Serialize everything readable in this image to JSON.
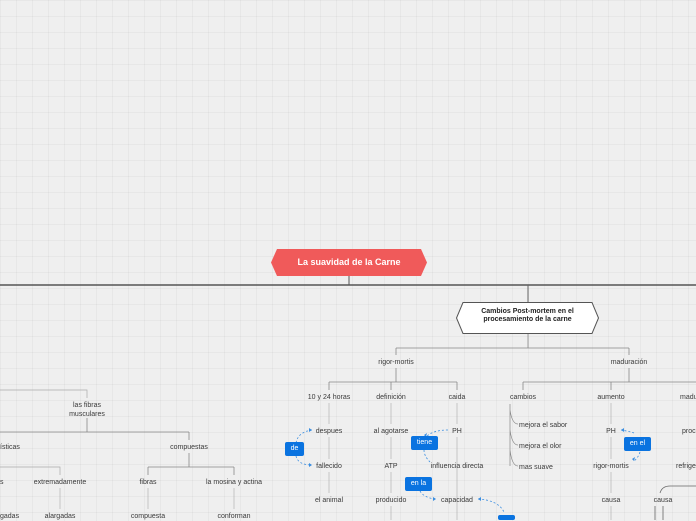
{
  "root": {
    "label": "La suavidad de la Carne",
    "color": "#f05a5a"
  },
  "main_topic": {
    "label": "Cambios Post-mortem en el\nprocesamiento de la carne"
  },
  "left_branch": {
    "fibras_musculares": "las fibras\nmusculares",
    "caracteristicas_partial": "ísticas",
    "compuestas": "compuestas",
    "s_partial": "s",
    "extremadamente": "extremadamente",
    "fibras": "fibras",
    "miosina_actina": "la mosina y actina",
    "gadas_partial": "gadas",
    "alargadas": "alargadas",
    "compuesta": "compuesta",
    "conforman": "conforman"
  },
  "rigor_branch": {
    "rigor_mortis": "rigor-mortis",
    "diez_24_horas": "10 y 24 horas",
    "definicion": "definición",
    "caida": "caida",
    "despues": "despues",
    "fallecido": "fallecido",
    "el_animal": "el animal",
    "al_agotarse": "al agotarse",
    "atp": "ATP",
    "producido": "producido",
    "ph": "PH",
    "influencia_directa": "influencia directa",
    "capacidad": "capacidad"
  },
  "maduracion_branch": {
    "maduracion": "maduración",
    "cambios": "cambios",
    "aumento": "aumento",
    "madu_partial": "madu",
    "mejora_sabor": "mejora el sabor",
    "mejora_olor": "mejora el olor",
    "mas_suave": "mas suave",
    "ph": "PH",
    "rigor_mortis": "rigor-mortis",
    "causa_1": "causa",
    "causa_2": "causa",
    "proc_partial": "proc",
    "refrig_partial": "refrige"
  },
  "links": {
    "de": "de",
    "tiene": "tiene",
    "en_la": "en la",
    "en_el": "en el"
  },
  "colors": {
    "badge": "#0a73e0",
    "link": "#3a8de0",
    "line": "#999999",
    "trunk": "#555555"
  }
}
